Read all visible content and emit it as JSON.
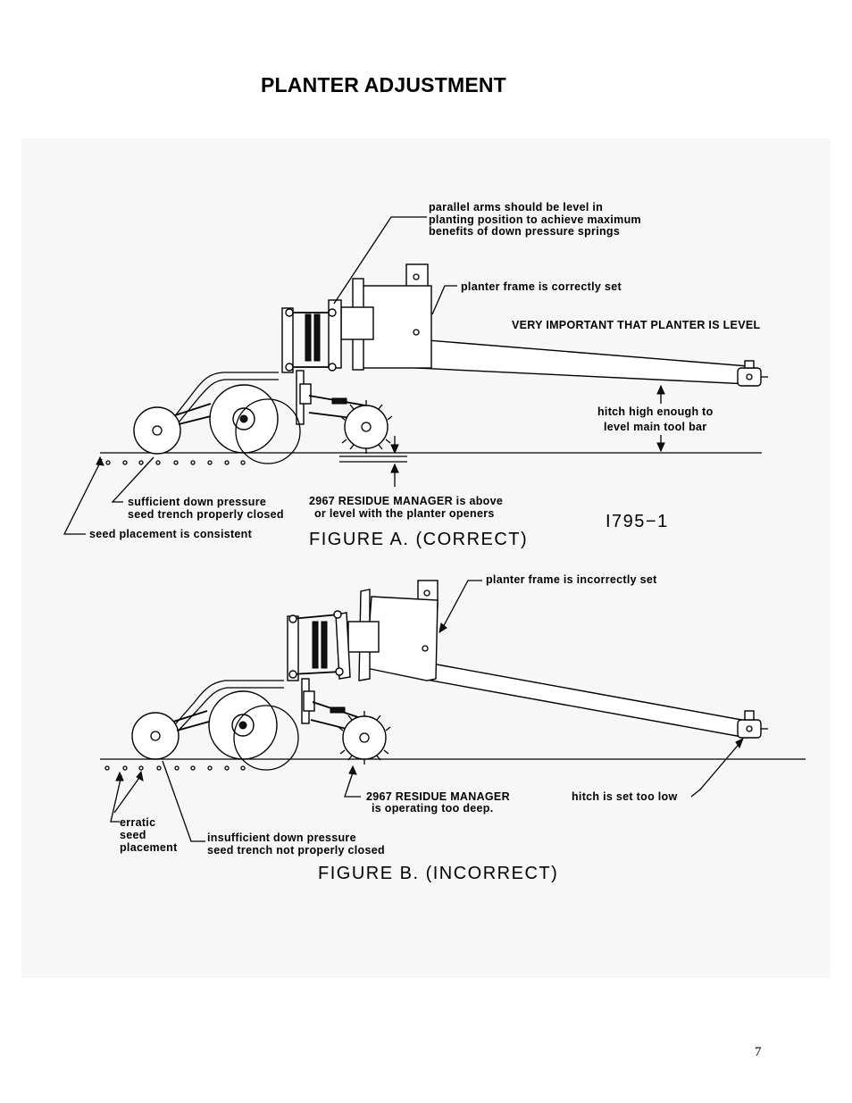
{
  "page": {
    "title": "PLANTER ADJUSTMENT",
    "page_number": "7"
  },
  "figure_a": {
    "caption": "FIGURE A. (CORRECT)",
    "drawing_id": "I795−1",
    "callouts": {
      "parallel_arms": [
        "parallel arms should be level in",
        "planting position to achieve maximum",
        "benefits of down pressure springs"
      ],
      "frame": "planter frame is correctly set",
      "level_note": "VERY IMPORTANT THAT PLANTER IS LEVEL",
      "hitch": [
        "hitch high enough to",
        "level main tool bar"
      ],
      "down_pressure": [
        "sufficient down pressure",
        "seed trench properly closed"
      ],
      "residue": [
        "2967 RESIDUE MANAGER is above",
        "or level with the planter openers"
      ],
      "seed": "seed placement is consistent"
    }
  },
  "figure_b": {
    "caption": "FIGURE B. (INCORRECT)",
    "callouts": {
      "frame": "planter frame is incorrectly set",
      "residue": [
        "2967 RESIDUE MANAGER",
        "is operating too deep."
      ],
      "hitch": "hitch is set too low",
      "seed": [
        "erratic",
        "seed",
        "placement"
      ],
      "down_pressure": [
        "insufficient down pressure",
        "seed trench not properly closed"
      ]
    }
  }
}
